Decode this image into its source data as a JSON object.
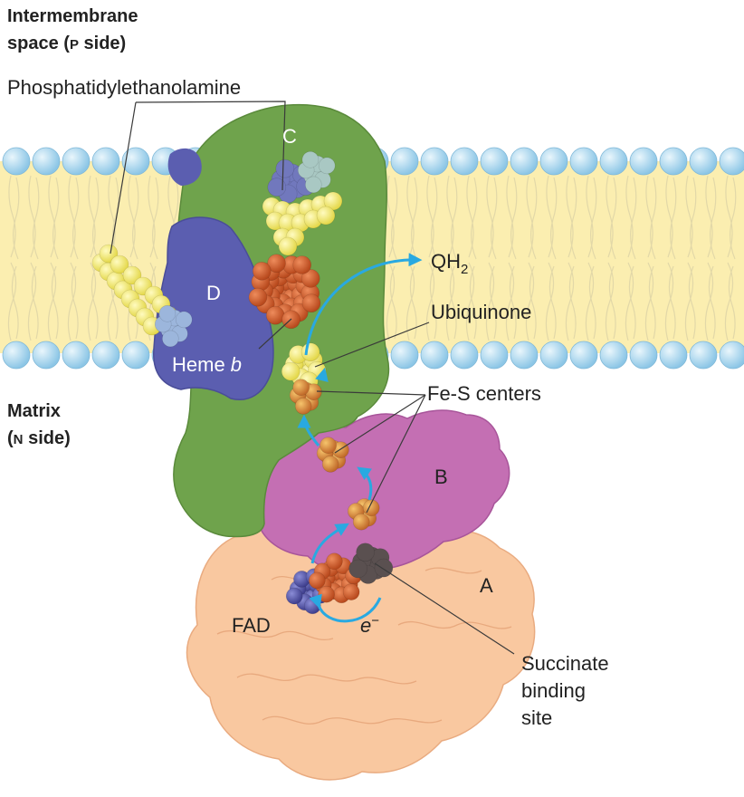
{
  "figure": {
    "p_side": {
      "line1": "Intermembrane",
      "line2_prefix": "space (",
      "line2_smallcaps": "P",
      "line2_suffix": " side)"
    },
    "n_side": {
      "line1": "Matrix",
      "line2_prefix": "(",
      "line2_smallcaps": "N",
      "line2_suffix": " side)"
    },
    "labels": {
      "phosphatidylethanolamine": "Phosphatidylethanolamine",
      "subunit_c": "C",
      "subunit_d": "D",
      "subunit_b": "B",
      "subunit_a": "A",
      "qh2_base": "QH",
      "qh2_sub": "2",
      "ubiquinone": "Ubiquinone",
      "heme_prefix": "Heme ",
      "heme_italic": "b",
      "fes_centers": "Fe-S centers",
      "fad": "FAD",
      "electron_base": "e",
      "electron_sup": "−",
      "succinate_line1": "Succinate",
      "succinate_line2": "binding",
      "succinate_line3": "site"
    },
    "colors": {
      "membrane_core": "#fbeeb0",
      "lipid_head": "#a9d6ee",
      "subunit_a": "#f9c8a0",
      "subunit_b": "#c46fb3",
      "subunit_c": "#6fa34c",
      "subunit_d": "#5b5eb0",
      "heme": "#d0612f",
      "fes": "#d7963b",
      "lipid_ligand": "#f3ec74",
      "electron_arrow": "#29a9e1"
    }
  }
}
